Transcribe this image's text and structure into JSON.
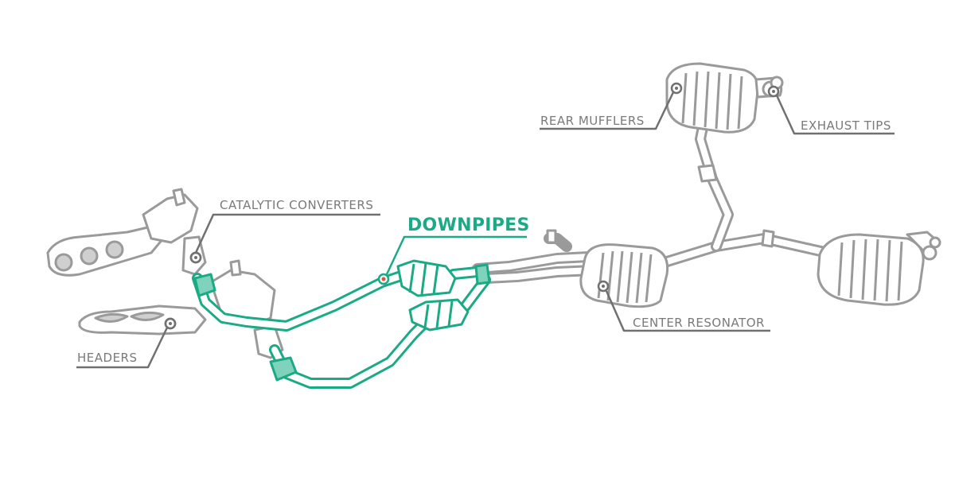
{
  "labels": {
    "catalytic_converters": "CATALYTIC CONVERTERS",
    "downpipes": "DOWNPIPES",
    "headers": "HEADERS",
    "rear_mufflers": "REAR MUFFLERS",
    "exhaust_tips": "EXHAUST TIPS",
    "center_resonator": "CENTER RESONATOR"
  },
  "highlighted_part": "DOWNPIPES",
  "colors": {
    "highlight": "#1aaa85",
    "part_outline": "#9a9a9a",
    "label_text": "#7a7a7a",
    "marker_dot": "#e0533a"
  }
}
